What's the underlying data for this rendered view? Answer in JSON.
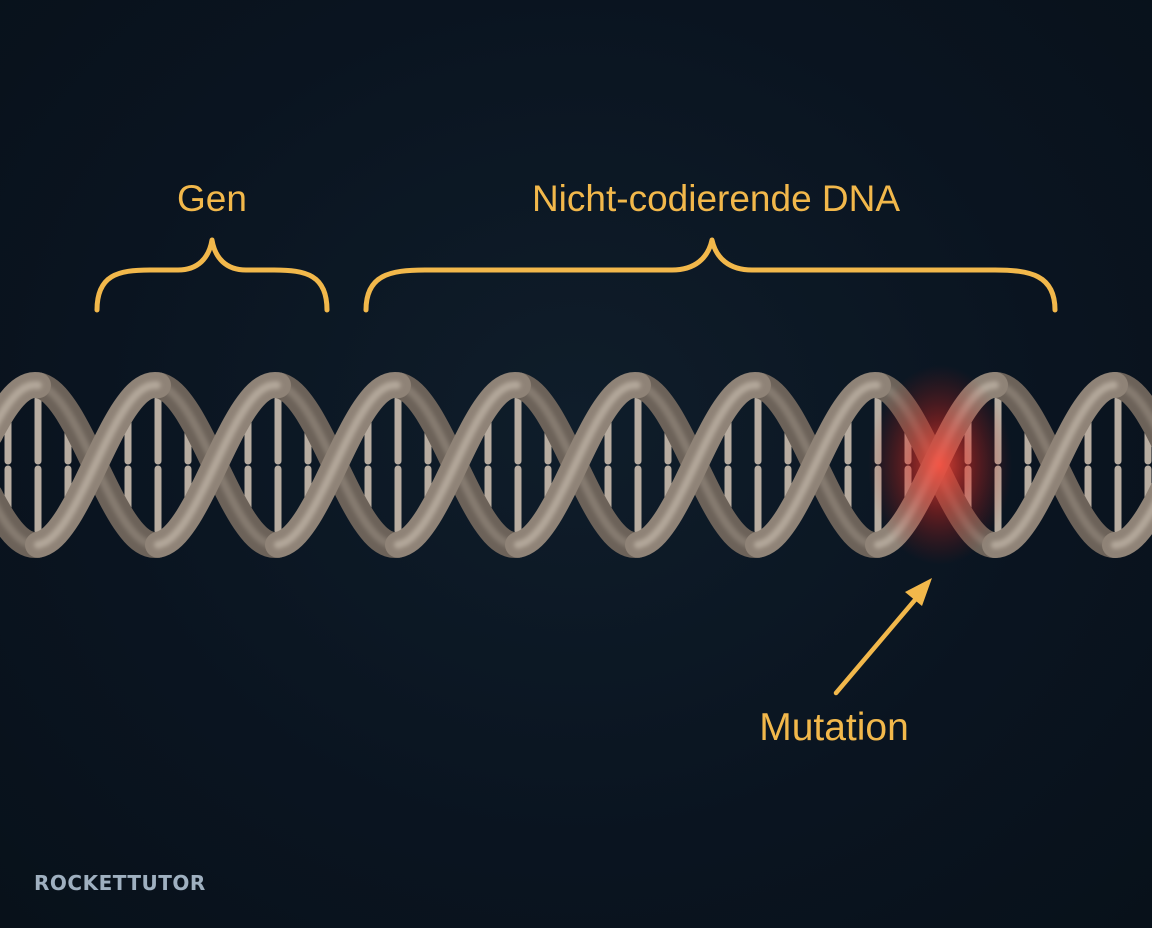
{
  "labels": {
    "gene": "Gen",
    "non_coding": "Nicht-codierende DNA",
    "mutation": "Mutation"
  },
  "logo": {
    "text": "ROCKETTUTOR"
  },
  "colors": {
    "background": "#0a1420",
    "annotation": "#f2b84b",
    "strand": "#8f8377",
    "strand_highlight": "#cfc4b6",
    "mutation_glow": "#e8322a",
    "logo": "#9fb0c0"
  }
}
